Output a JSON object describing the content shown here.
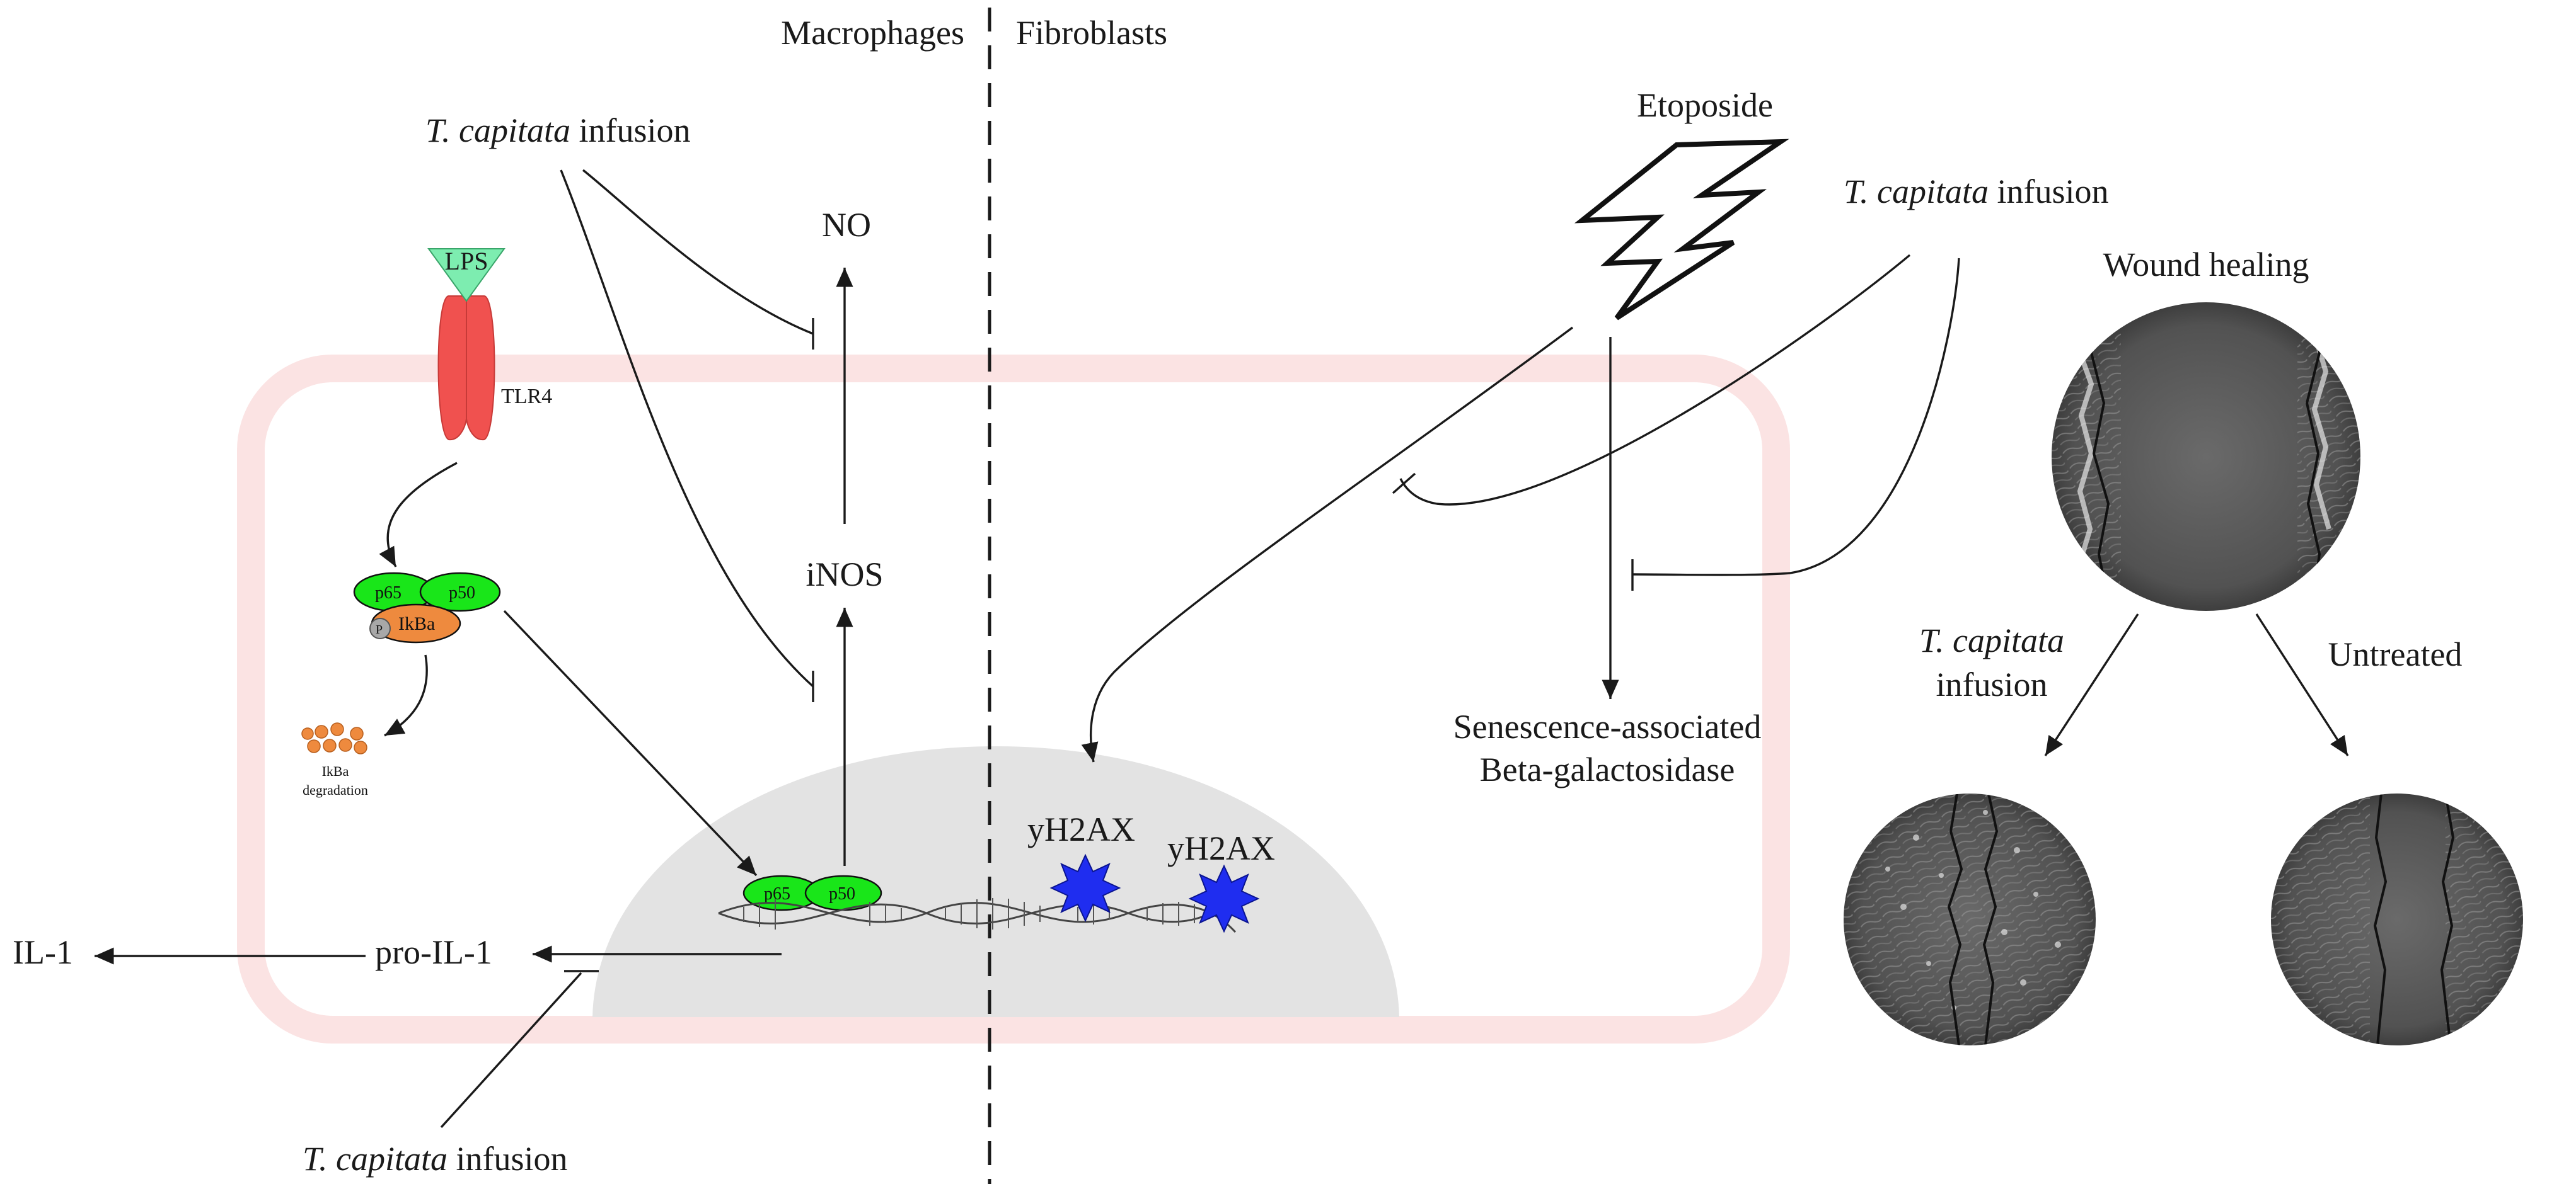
{
  "regions": {
    "left": "Macrophages",
    "right": "Fibroblasts"
  },
  "labels": {
    "t_capitata_italic": "T. capitata",
    "infusion": "infusion",
    "lps": "LPS",
    "tlr4": "TLR4",
    "no": "NO",
    "inos": "iNOS",
    "p65": "p65",
    "p50": "p50",
    "ikba": "IkBa",
    "phospho": "P",
    "ikba_degradation_1": "IkBa",
    "ikba_degradation_2": "degradation",
    "il1": "IL-1",
    "pro_il1": "pro-IL-1",
    "yh2ax_1": "yH2AX",
    "yh2ax_2": "yH2AX",
    "etoposide": "Etoposide",
    "senescence_1": "Senescence-associated",
    "senescence_2": "Beta-galactosidase",
    "wound_healing": "Wound healing",
    "untreated": "Untreated"
  },
  "colors": {
    "cell_border": "#fbe3e3",
    "nucleus": "#e3e3e3",
    "lps": "#7dedb0",
    "tlr4": "#f0514f",
    "nfkb": "#19e619",
    "ikba": "#ee8a3e",
    "star": "#1f2df0",
    "micrograph": "#5c5c5c"
  }
}
